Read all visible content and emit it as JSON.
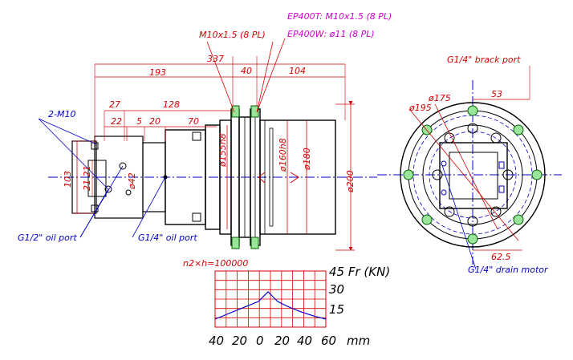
{
  "notes": {
    "ep400t": "EP400T: M10x1.5 (8 PL)",
    "ep400w": "EP400W: ø11 (8 PL)",
    "m10": "M10x1.5 (8 PL)"
  },
  "ports": {
    "brack": "G1/4\" brack port",
    "m10": "2-M10",
    "oil_half": "G1/2\" oil port",
    "oil_quarter": "G1/4\" oil port",
    "drain": "G1/4\" drain motor"
  },
  "dims": {
    "d337": "337",
    "d40": "40",
    "d104": "104",
    "d193": "193",
    "d27": "27",
    "d128": "128",
    "d22": "22",
    "d5": "5",
    "d20": "20",
    "d70": "70",
    "d103": "103",
    "d21_21": "21 21",
    "dia42": "ø42",
    "dia155h8": "ø155h8",
    "dia160h8": "ø160h8",
    "dia180": "ø180",
    "dia200": "ø200",
    "d53": "53",
    "dia175": "ø175",
    "dia195": "ø195",
    "d62_5": "62.5"
  },
  "chart": {
    "n2h": "n2×h=100000",
    "y_top": "45 Fr (KN)",
    "y_mid": "30",
    "y_low": "15",
    "xt0": "40",
    "xt1": "20",
    "xt2": "0",
    "xt3": "20",
    "xt4": "40",
    "xt5": "60",
    "xunit": "mm"
  }
}
